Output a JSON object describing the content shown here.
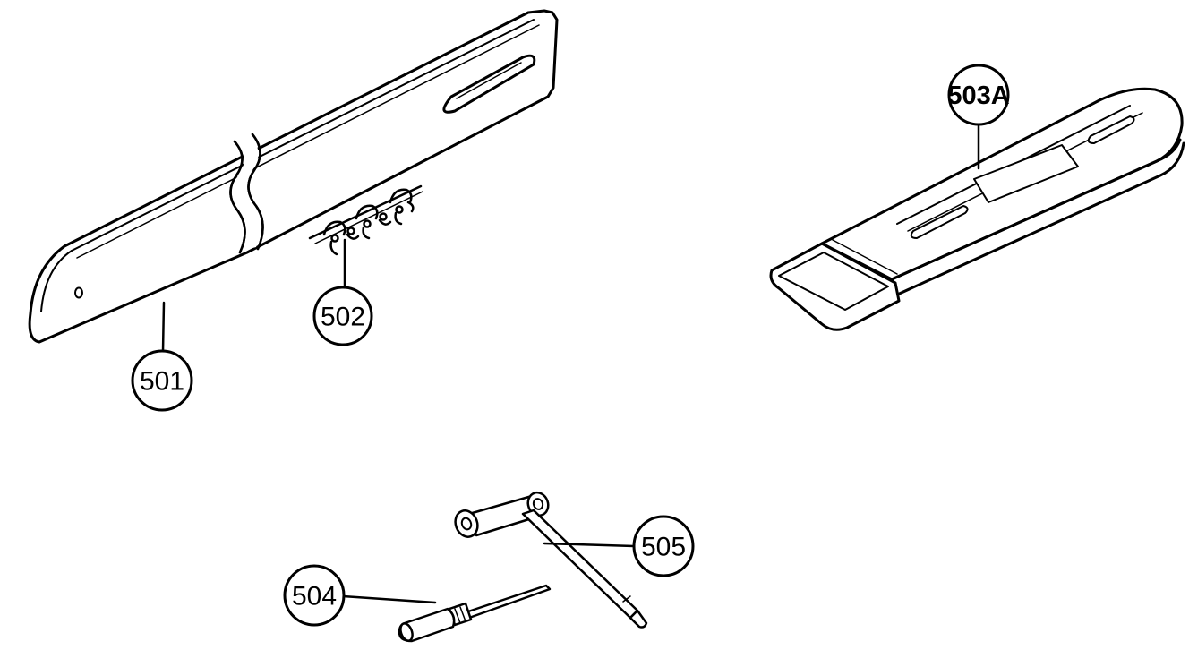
{
  "colors": {
    "ink": "#000000",
    "paper": "#ffffff"
  },
  "callouts": {
    "bar": "501",
    "chain": "502",
    "scabbard": "503A",
    "screwdriver": "504",
    "wrench": "505"
  }
}
